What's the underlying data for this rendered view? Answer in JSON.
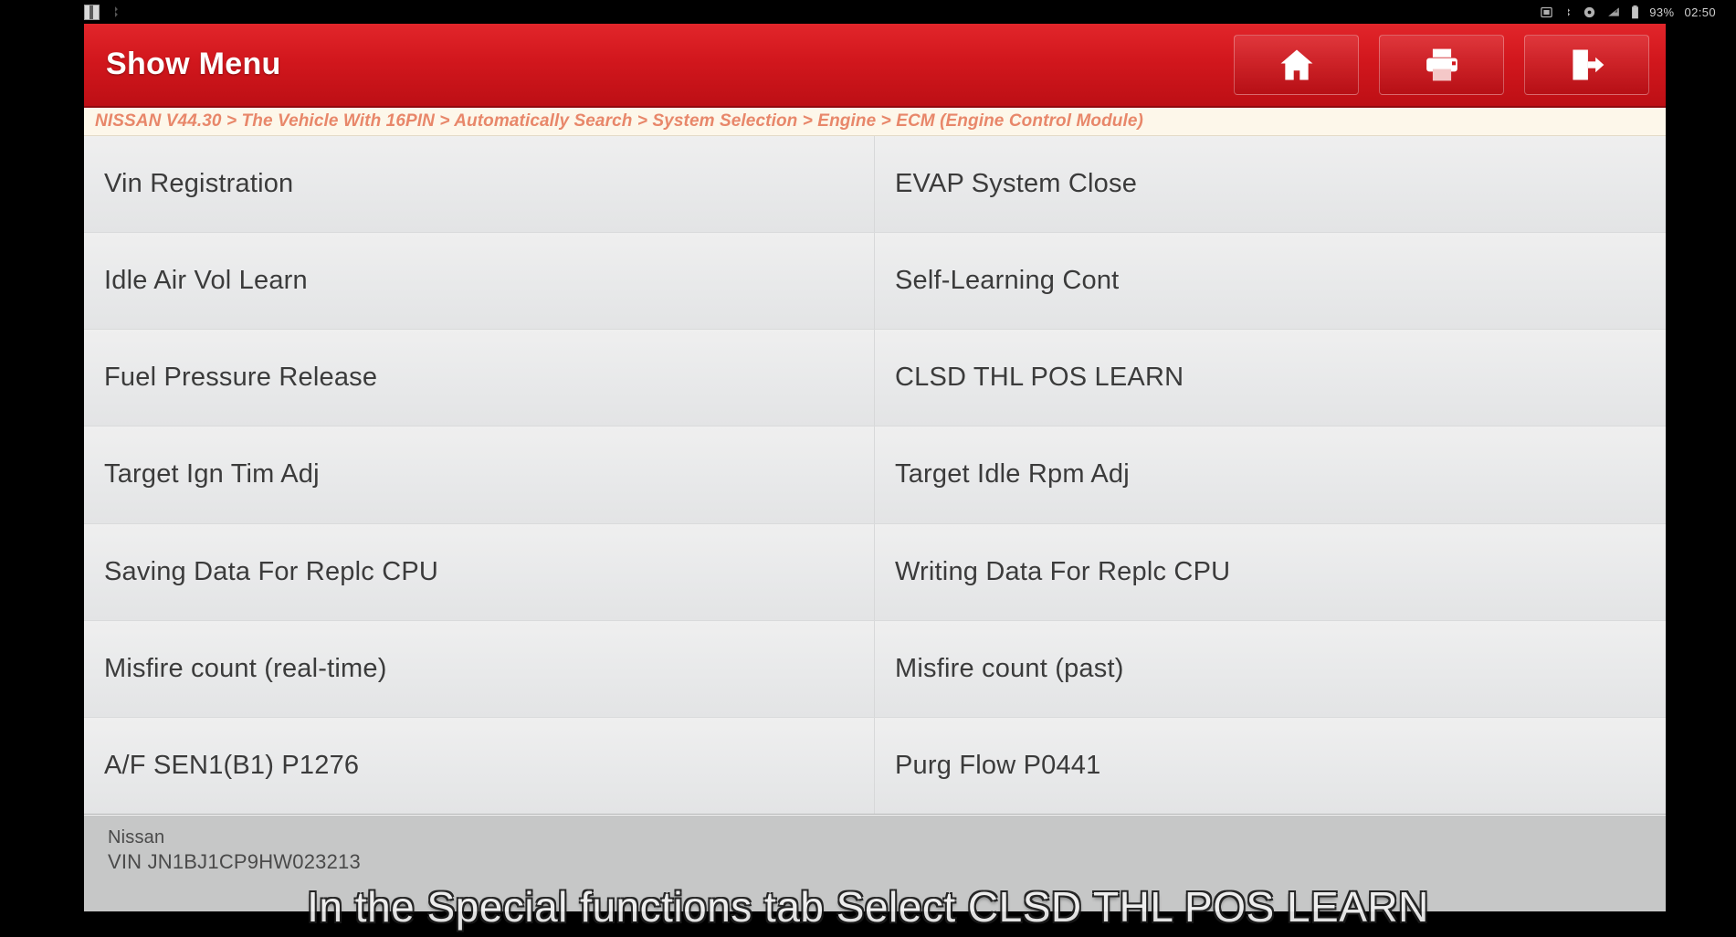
{
  "status_bar": {
    "left_icons": [
      "sim-card-icon",
      "bluetooth-off-icon"
    ],
    "right_icons": [
      "screenshot-icon",
      "bluetooth-icon",
      "usb-debug-icon",
      "signal-icon"
    ],
    "battery": "93%",
    "clock": "02:50"
  },
  "header": {
    "title": "Show Menu",
    "buttons": [
      {
        "name": "home-button",
        "icon": "home-icon"
      },
      {
        "name": "print-button",
        "icon": "printer-icon"
      },
      {
        "name": "exit-button",
        "icon": "exit-icon"
      }
    ],
    "accent_color": "#d2171d"
  },
  "breadcrumb": {
    "text": "NISSAN V44.30 > The Vehicle With 16PIN > Automatically Search > System Selection > Engine > ECM (Engine Control Module)",
    "color": "#e8876a"
  },
  "menu": {
    "rows": [
      {
        "left": "Vin Registration",
        "right": "EVAP System Close"
      },
      {
        "left": "Idle Air Vol Learn",
        "right": "Self-Learning Cont"
      },
      {
        "left": "Fuel Pressure Release",
        "right": "CLSD THL POS LEARN"
      },
      {
        "left": "Target Ign Tim Adj",
        "right": "Target Idle Rpm Adj"
      },
      {
        "left": "Saving Data For Replc CPU",
        "right": "Writing Data For Replc CPU"
      },
      {
        "left": "Misfire count (real-time)",
        "right": "Misfire count (past)"
      },
      {
        "left": "A/F SEN1(B1) P1276",
        "right": "Purg Flow P0441"
      }
    ]
  },
  "vehicle_footer": {
    "make": "Nissan",
    "vin": "VIN JN1BJ1CP9HW023213"
  },
  "caption": {
    "text": "In the Special functions tab Select CLSD THL POS LEARN"
  }
}
